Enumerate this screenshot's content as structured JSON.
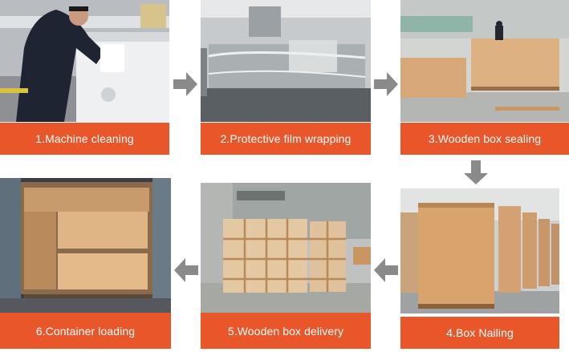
{
  "accent_color": "#e8562a",
  "arrow_color": "#8a8a8a",
  "steps": [
    {
      "label": "1.Machine cleaning",
      "icon": "machine-cleaning-photo"
    },
    {
      "label": "2.Protective film wrapping",
      "icon": "film-wrapping-photo"
    },
    {
      "label": "3.Wooden box sealing",
      "icon": "box-sealing-photo"
    },
    {
      "label": "4.Box Nailing",
      "icon": "box-nailing-photo"
    },
    {
      "label": "5.Wooden box delivery",
      "icon": "box-delivery-photo"
    },
    {
      "label": "6.Container loading",
      "icon": "container-loading-photo"
    }
  ]
}
